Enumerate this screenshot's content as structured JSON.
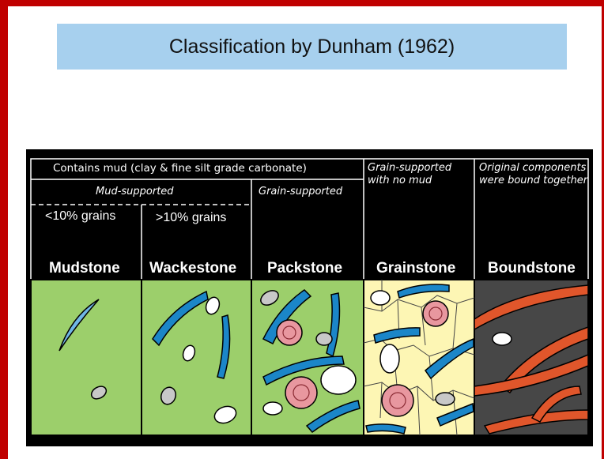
{
  "title": "Classification by Dunham (1962)",
  "header": {
    "contains_mud": "Contains mud (clay & fine silt grade carbonate)",
    "mud_supported": "Mud-supported",
    "grain_supported": "Grain-supported",
    "grain_supported_no_mud": "Grain-supported with no mud",
    "original_components": "Original components were bound together",
    "lt10": "<10% grains",
    "gt10": ">10% grains"
  },
  "classes": [
    "Mudstone",
    "Wackestone",
    "Packstone",
    "Grainstone",
    "Boundstone"
  ],
  "colors": {
    "frame": "#c00000",
    "title_bg": "#a7d0ee",
    "mud": "#9ccf6b",
    "sparite": "#fdf6b4",
    "boundstone_bg": "#474747",
    "shell": "#1b86c8",
    "pellet": "#c8c8c8",
    "ooid": "#e8979f",
    "coral": "#e0562b"
  }
}
